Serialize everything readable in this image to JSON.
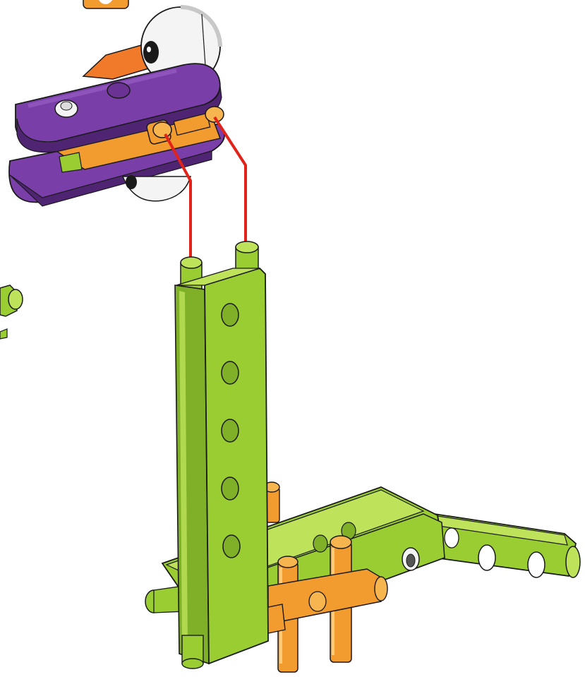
{
  "diagram": {
    "step_badge_text": "",
    "colors": {
      "lime": "#9ACD32",
      "lime_dark": "#6E9B1E",
      "lime_light": "#BEE35A",
      "purple": "#7A3EA8",
      "purple_dark": "#4F2472",
      "purple_light": "#9C63C8",
      "orange": "#F29B2E",
      "orange_dark": "#C97412",
      "red_line": "#E2231A",
      "white_part": "#F4F4F4",
      "outline": "#1a1a1a"
    },
    "parts": [
      {
        "name": "bird-head-assembly",
        "color": "purple"
      },
      {
        "name": "vertical-beam",
        "color": "lime",
        "holes": 5
      },
      {
        "name": "base-beam",
        "color": "lime"
      },
      {
        "name": "angled-beam",
        "color": "lime",
        "holes": 3
      },
      {
        "name": "connector-pins",
        "color": "orange"
      }
    ],
    "connections": 2
  }
}
